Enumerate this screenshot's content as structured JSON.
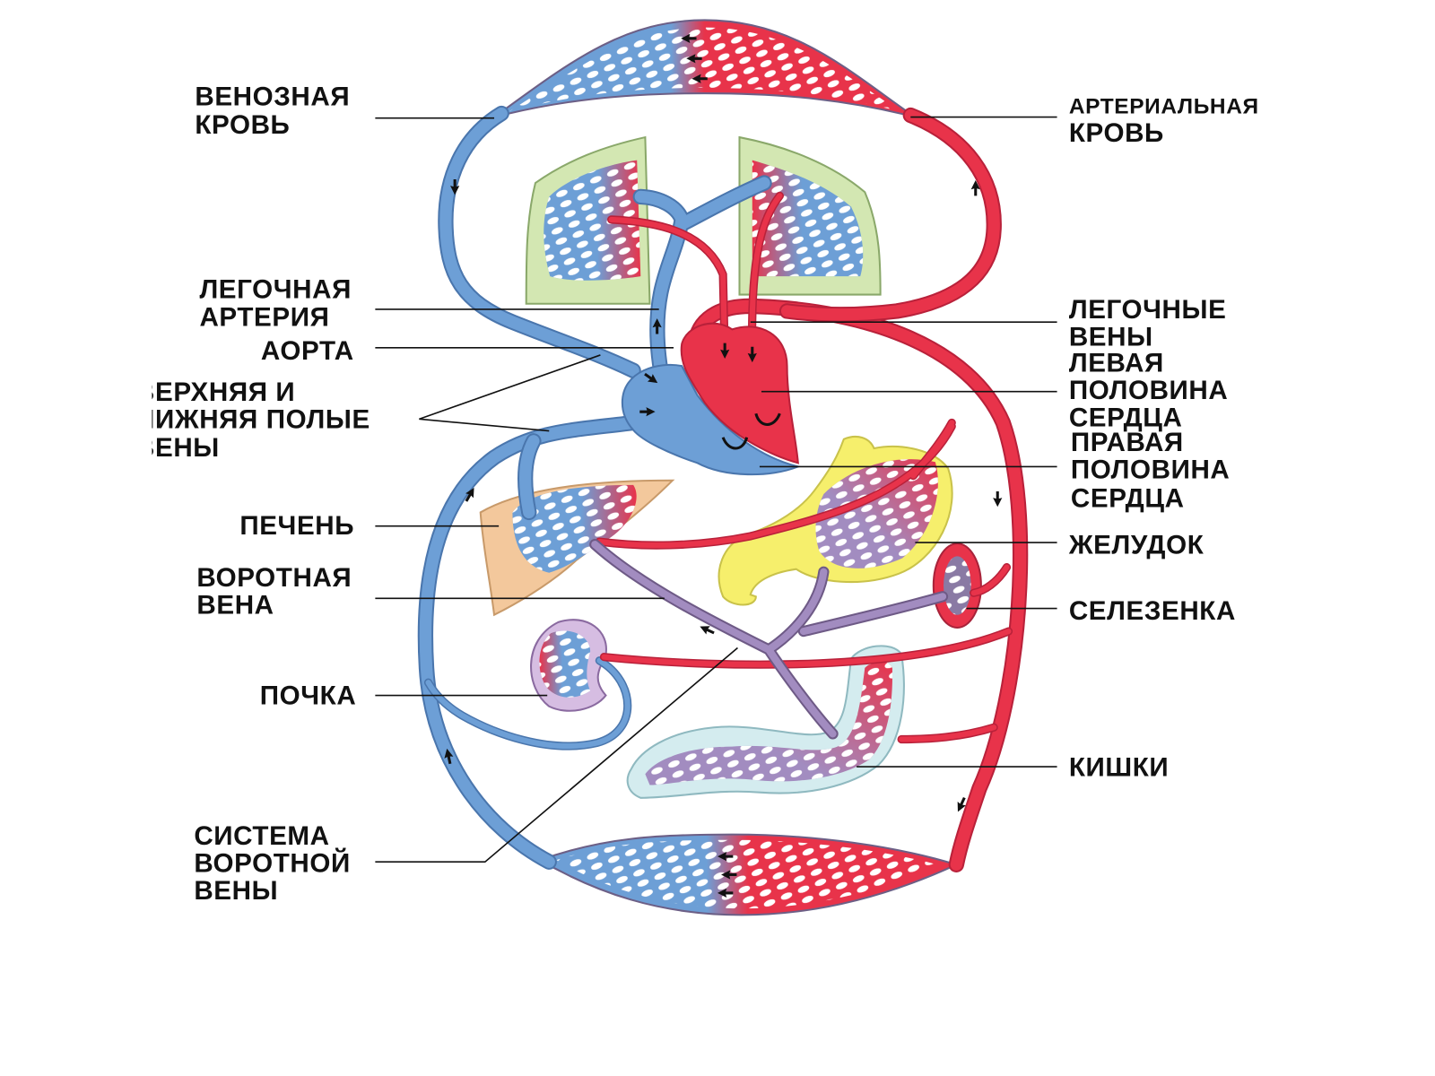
{
  "labels": {
    "venous_blood": [
      "ВЕНОЗНАЯ",
      "КРОВЬ"
    ],
    "arterial_blood": [
      "АРТЕРИАЛЬНАЯ",
      "КРОВЬ"
    ],
    "pulmonary_artery": [
      "ЛЕГОЧНАЯ",
      "АРТЕРИЯ"
    ],
    "aorta": [
      "АОРТА"
    ],
    "vena_cava": [
      "ВЕРХНЯЯ И",
      "НИЖНЯЯ ПОЛЫЕ",
      "ВЕНЫ"
    ],
    "pulmonary_veins": [
      "ЛЕГОЧНЫЕ",
      "ВЕНЫ"
    ],
    "left_heart": [
      "ЛЕВАЯ",
      "ПОЛОВИНА",
      "СЕРДЦА"
    ],
    "right_heart": [
      "ПРАВАЯ",
      "ПОЛОВИНА",
      "СЕРДЦА"
    ],
    "liver": [
      "ПЕЧЕНЬ"
    ],
    "stomach": [
      "ЖЕЛУДОК"
    ],
    "portal_vein": [
      "ВОРОТНАЯ",
      "ВЕНА"
    ],
    "spleen": [
      "СЕЛЕЗЕНКА"
    ],
    "kidney": [
      "ПОЧКА"
    ],
    "intestines": [
      "КИШКИ"
    ],
    "portal_system": [
      "СИСТЕМА",
      "ВОРОТНОЙ",
      "ВЕНЫ"
    ]
  },
  "colors": {
    "arterial": "#e8334a",
    "arterial_dark": "#b9213a",
    "venous": "#6d9fd6",
    "venous_dark": "#4a76ad",
    "portal": "#a28cc0",
    "lung": "#d3e7b2",
    "liver": "#f3c89c",
    "stomach": "#f6ef6c",
    "intestine": "#d4ecef",
    "kidney": "#d6bde2",
    "spleen": "#e8334a",
    "ink": "#111111"
  }
}
